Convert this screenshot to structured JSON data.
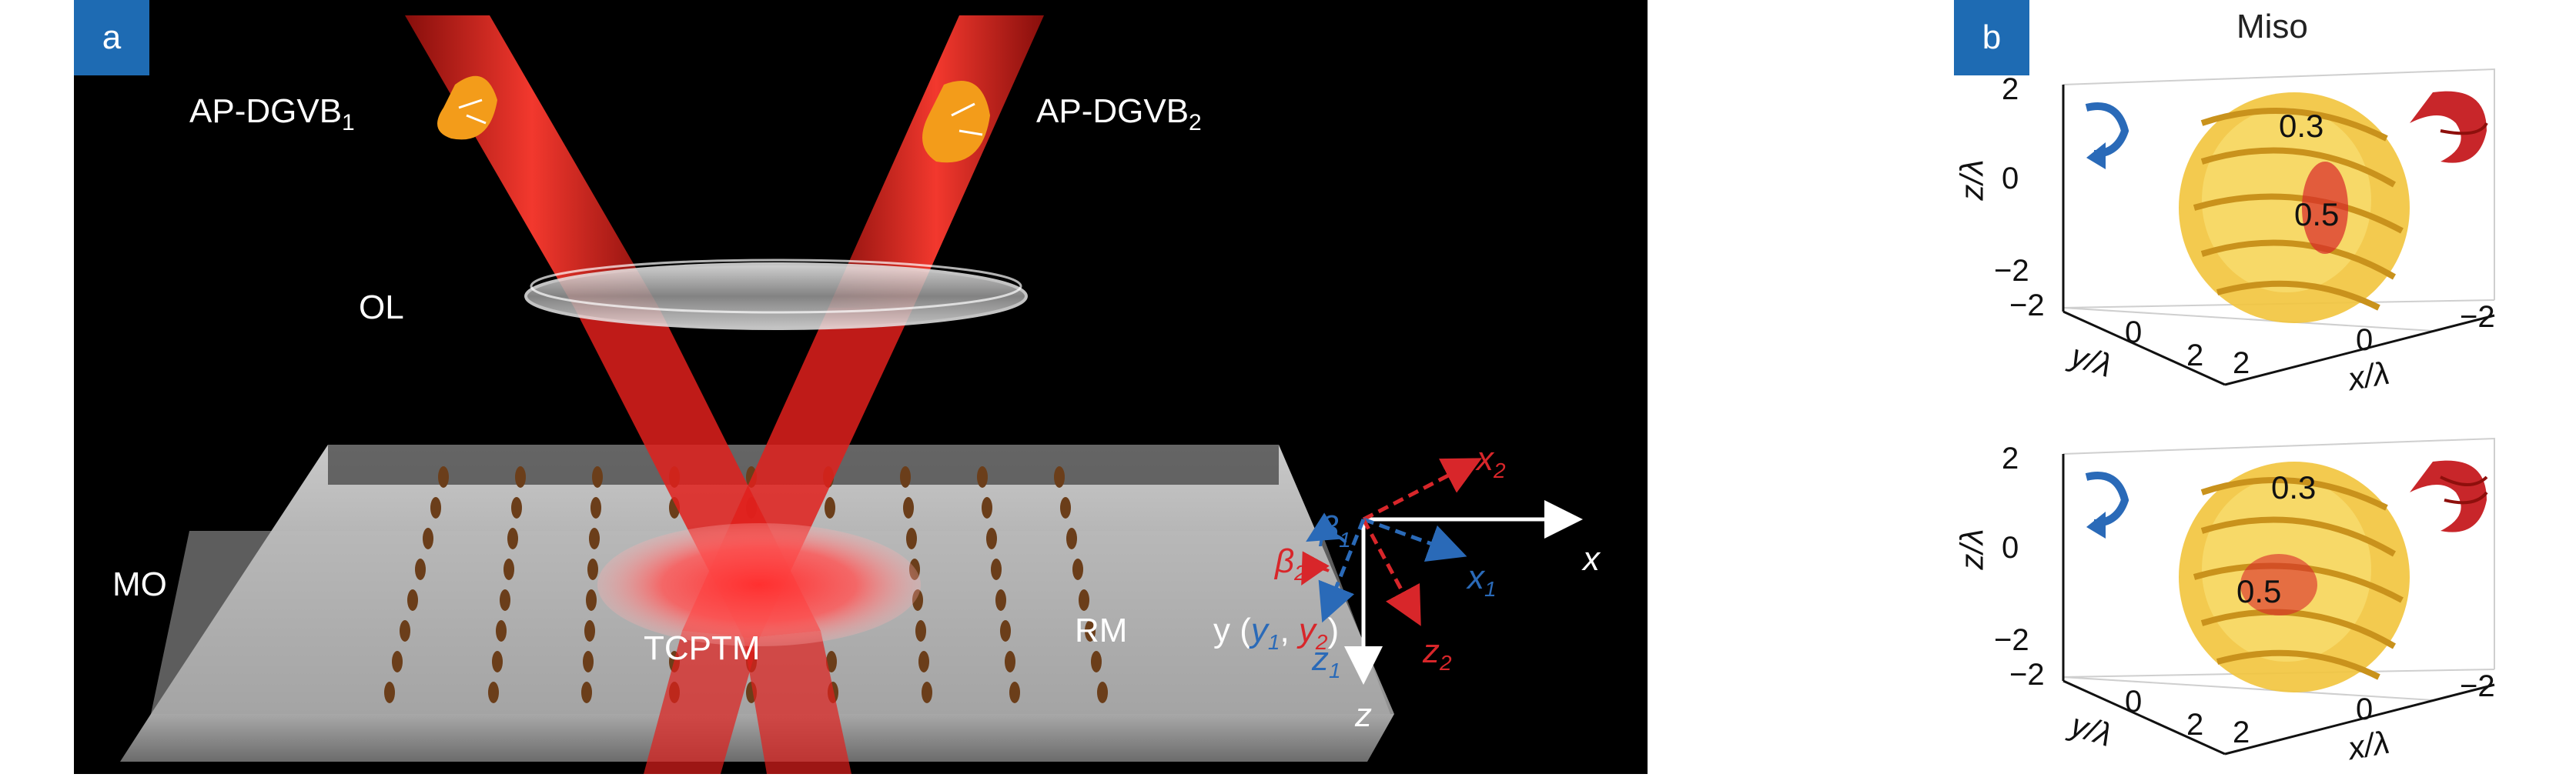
{
  "panel_a": {
    "tag": "a",
    "beam1_base": "AP-DGVB",
    "beam1_sub": "1",
    "beam2_base": "AP-DGVB",
    "beam2_sub": "2",
    "lens": "OL",
    "medium": "MO",
    "medium_right": "RM",
    "focus": "TCPTM",
    "axes": {
      "x": "x",
      "z": "z",
      "x1": "x",
      "x1_sub": "1",
      "x2": "x",
      "x2_sub": "2",
      "z1": "z",
      "z1_sub": "1",
      "z2": "z",
      "z2_sub": "2",
      "beta1": "β",
      "beta1_sub": "1",
      "beta2": "β",
      "beta2_sub": "2",
      "y_label_pre": "y (",
      "y1": "y",
      "y1_sub": "1",
      "y_comma": ", ",
      "y2": "y",
      "y2_sub": "2",
      "y_close": ")"
    },
    "colors": {
      "beam": "#e0201c",
      "axis_blue": "#2a6ab8",
      "axis_red": "#d8262a",
      "background": "#000000"
    }
  },
  "panel_b": {
    "tag": "b",
    "title": "Miso",
    "plots": [
      {
        "zlabel": "z/λ",
        "ylabel": "y/λ",
        "xlabel": "x/λ",
        "z_ticks": [
          "2",
          "0",
          "−2"
        ],
        "y_ticks": [
          "−2",
          "0",
          "2"
        ],
        "x_ticks": [
          "2",
          "0",
          "−2"
        ],
        "annotations": [
          "0.3",
          "0.5"
        ]
      },
      {
        "zlabel": "z/λ",
        "ylabel": "y/λ",
        "xlabel": "x/λ",
        "z_ticks": [
          "2",
          "0",
          "−2"
        ],
        "y_ticks": [
          "−2",
          "0",
          "2"
        ],
        "x_ticks": [
          "2",
          "0",
          "−2"
        ],
        "annotations": [
          "0.3",
          "0.5"
        ]
      }
    ],
    "colors": {
      "surface": "#f2c43c",
      "inset": "#c8262a",
      "arrow": "#2a6ab8"
    }
  }
}
